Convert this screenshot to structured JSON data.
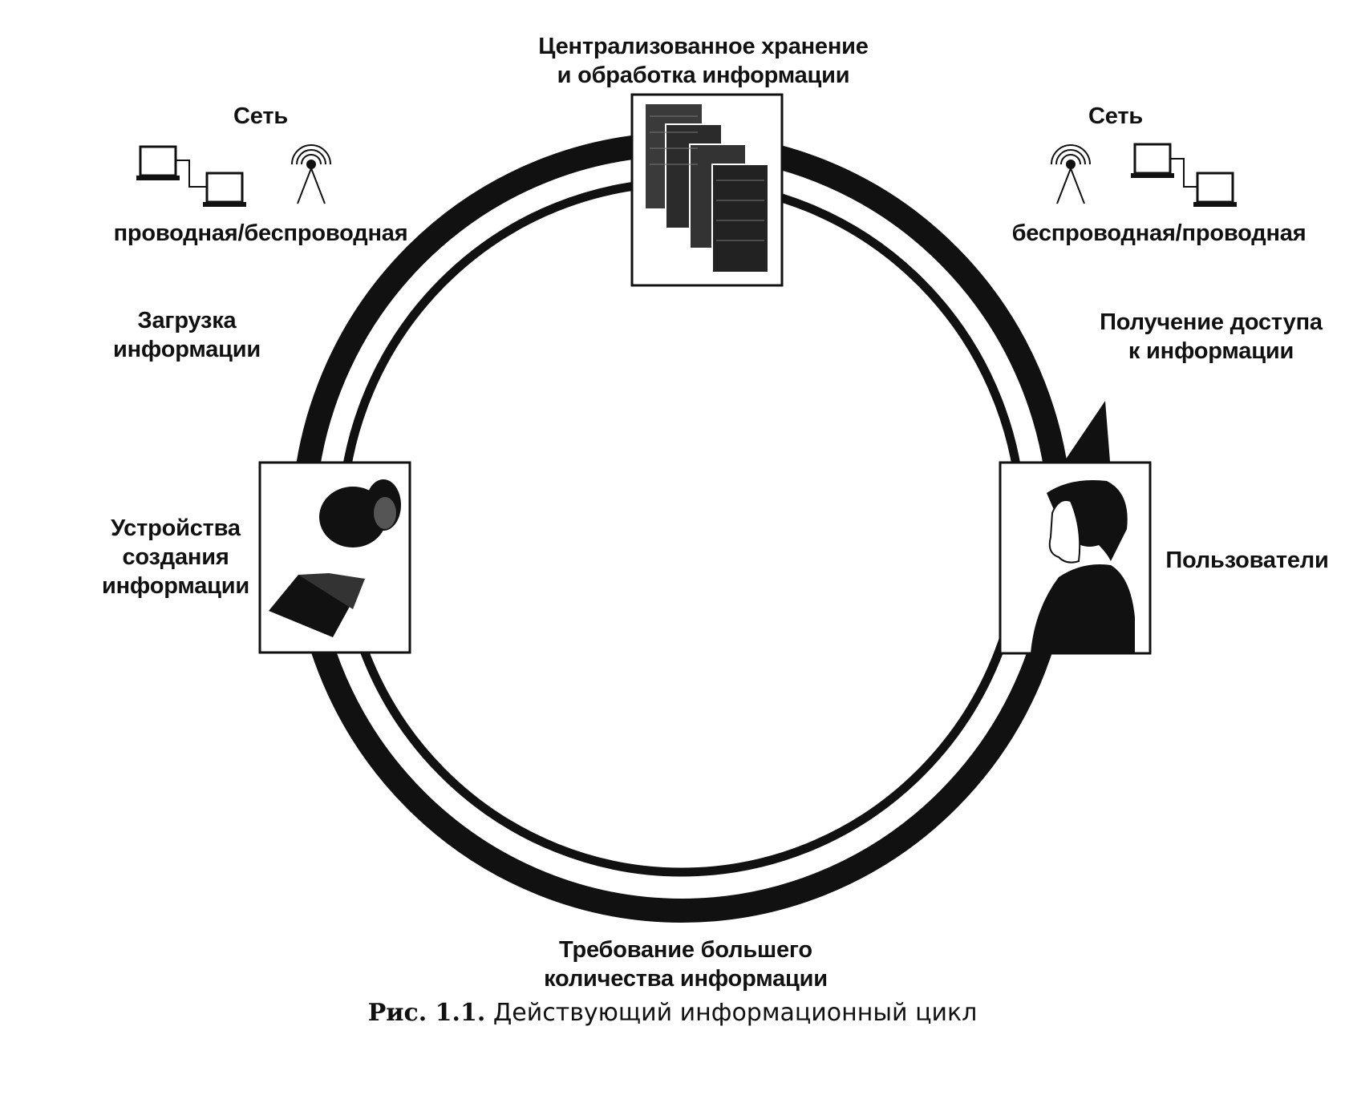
{
  "labels": {
    "central": "Централизованное хранение\nи обработка информации",
    "net_left_title": "Сеть",
    "net_left_caption": "проводная/беспроводная",
    "net_right_title": "Сеть",
    "net_right_caption": "беспроводная/проводная",
    "upload": "Загрузка\nинформации",
    "access": "Получение доступа\nк информации",
    "devices": "Устройства\nсоздания\nинформации",
    "users": "Пользователи",
    "demand": "Требование большего\nколичества информации"
  },
  "caption": {
    "number": "Рис. 1.1.",
    "text": " Действующий информационный цикл"
  },
  "icons": {
    "storage": "server-rack-icon",
    "devices": "camera-laptop-icon",
    "users": "person-phone-icon",
    "network": "computers-antenna-icon"
  }
}
